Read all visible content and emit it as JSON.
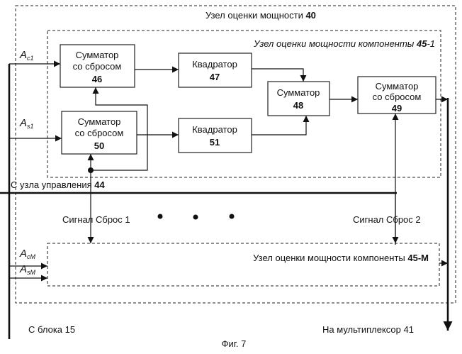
{
  "outer_block": {
    "label": "Узел оценки мощности ",
    "number": "40"
  },
  "component_1": {
    "label": "Узел оценки мощности компоненты ",
    "number": "45",
    "suffix": "-1"
  },
  "component_m": {
    "label": "Узел оценки мощности компоненты ",
    "number": "45-M"
  },
  "inputs": {
    "ac1": {
      "main": "A",
      "sub": "c1"
    },
    "as1": {
      "main": "A",
      "sub": "s1"
    },
    "acm": {
      "main": "A",
      "sub": "cM"
    },
    "asm": {
      "main": "A",
      "sub": "sM"
    }
  },
  "blocks": [
    {
      "line1": "Сумматор",
      "line2": "со сбросом",
      "number": "46"
    },
    {
      "line1": "Квадратор",
      "number": "47"
    },
    {
      "line1": "Сумматор",
      "number": "48"
    },
    {
      "line1": "Сумматор",
      "line2": "со сбросом",
      "number": "49"
    },
    {
      "line1": "Сумматор",
      "line2": "со сбросом",
      "number": "50"
    },
    {
      "line1": "Квадратор",
      "number": "51"
    }
  ],
  "labels": {
    "control": "С узла управления ",
    "control_num": "44",
    "reset1": "Сигнал Сброс 1",
    "reset2": "Сигнал Сброс 2",
    "from_block": "С блока 15",
    "to_mux": "На мультиплексор 41",
    "figure": "Фиг. 7"
  }
}
